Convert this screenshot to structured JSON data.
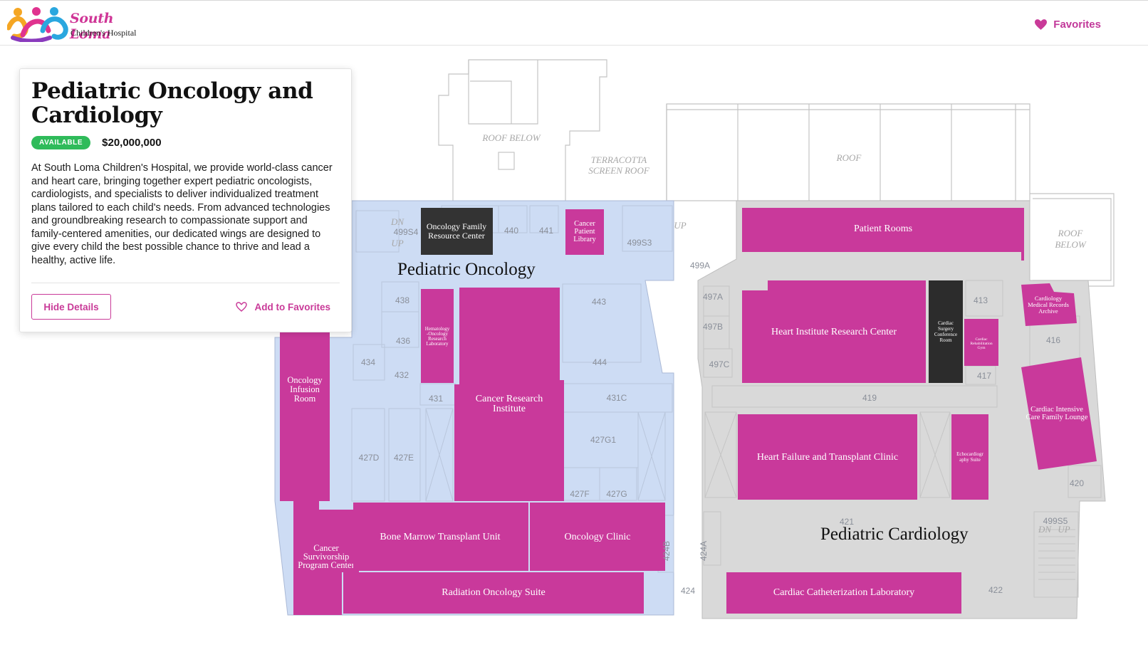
{
  "header": {
    "logo_name": "South Loma",
    "logo_sub": "Children's Hospital",
    "favorites_label": "Favorites"
  },
  "card": {
    "title": "Pediatric Oncology and Cardiology",
    "status": "AVAILABLE",
    "price": "$20,000,000",
    "description": "At South Loma Children's Hospital, we provide world-class cancer and heart care, bringing together expert pediatric oncologists, cardiologists, and specialists to deliver individualized treatment plans tailored to each child's needs. From advanced technologies and groundbreaking research to compassionate support and family-centered amenities, our dedicated wings are designed to give every child the best possible chance to thrive and lead a healthy, active life.",
    "hide_label": "Hide Details",
    "add_label": "Add to Favorites"
  },
  "map": {
    "wings": {
      "oncology": "Pediatric Oncology",
      "cardiology": "Pediatric Cardiology"
    },
    "roof_labels": {
      "roof_below_1": "ROOF BELOW",
      "terracotta_1": "TERRACOTTA",
      "terracotta_2": "SCREEN ROOF",
      "roof": "ROOF",
      "roof_below_2a": "ROOF",
      "roof_below_2b": "BELOW"
    },
    "rooms": {
      "oncology_family": [
        "Oncology Family",
        "Resource Center"
      ],
      "cancer_library": [
        "Cancer",
        "Patient",
        "Library"
      ],
      "hematology": [
        "Hematology",
        "-Oncology",
        "Research",
        "Laboratory"
      ],
      "cancer_research": [
        "Cancer Research",
        "Institute"
      ],
      "infusion": [
        "Oncology",
        "Infusion",
        "Room"
      ],
      "survivorship": [
        "Cancer",
        "Survivorship",
        "Program Center"
      ],
      "bone_marrow": "Bone Marrow Transplant Unit",
      "oncology_clinic": "Oncology Clinic",
      "radiation": "Radiation Oncology Suite",
      "patient_rooms": "Patient Rooms",
      "heart_research": "Heart Institute Research Center",
      "cardiac_surgery_conf": [
        "Cardiac",
        "Surgery",
        "Conference",
        "Room"
      ],
      "cardiac_rehab": [
        "Cardiac",
        "Rehabilitation",
        "Gym"
      ],
      "records_archive": [
        "Cardiology",
        "Medical Records",
        "Archive"
      ],
      "heart_failure": "Heart Failure and Transplant Clinic",
      "echo_suite": [
        "Echocardiogr",
        "aphy Suite"
      ],
      "icu_lounge": [
        "Cardiac Intensive",
        "Care Family Lounge"
      ],
      "cath_lab": "Cardiac Catheterization Laboratory"
    },
    "numbers": {
      "r499s4": "499S4",
      "r440": "440",
      "r441": "441",
      "r499s3": "499S3",
      "r499a": "499A",
      "r438": "438",
      "r436": "436",
      "r434": "434",
      "r432": "432",
      "r431": "431",
      "r443": "443",
      "r444": "444",
      "r431c": "431C",
      "r427g1": "427G1",
      "r427d": "427D",
      "r427e": "427E",
      "r427f": "427F",
      "r427g": "427G",
      "r424b": "424B",
      "r424a": "424A",
      "r424": "424",
      "r497a": "497A",
      "r497b": "497B",
      "r497c": "497C",
      "r413": "413",
      "r417": "417",
      "r416": "416",
      "r419": "419",
      "r420": "420",
      "r421": "421",
      "r422": "422",
      "r499s5": "499S5"
    },
    "stair_labels": {
      "dn1": "DN",
      "up1": "UP",
      "up2": "UP",
      "dn2": "DN",
      "up3": "UP"
    }
  }
}
